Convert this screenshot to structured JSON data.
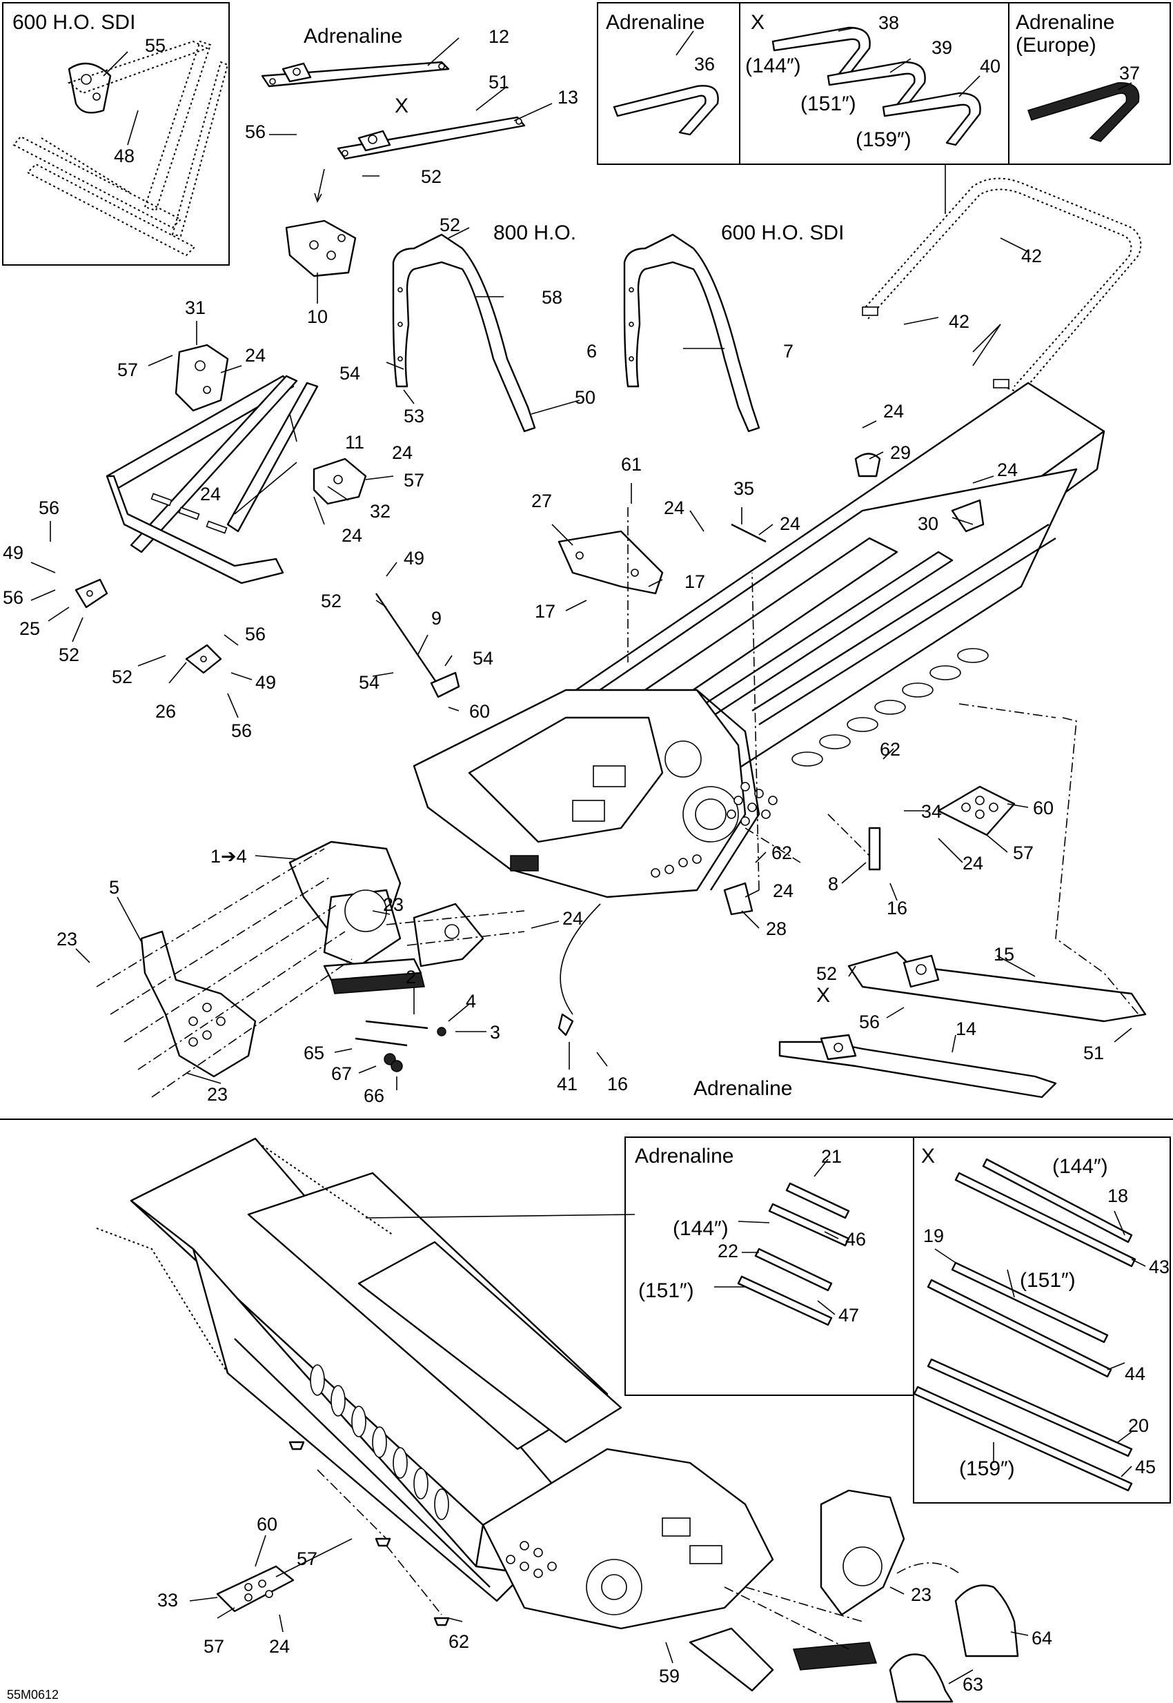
{
  "diagram_code": "55M0612",
  "variants": {
    "top_left_box": "600 H.O. SDI",
    "adrenaline_rail_top": "Adrenaline",
    "x_rail_top": "X",
    "h800": "800 H.O.",
    "h600": "600 H.O. SDI",
    "adrenaline_rail_bottom": "Adrenaline",
    "x_rail_side": "X"
  },
  "bumper_box": {
    "col1": "Adrenaline",
    "col2": "X",
    "col3_line1": "Adrenaline",
    "col3_line2": "(Europe)",
    "len144": "(144″)",
    "len151": "(151″)",
    "len159": "(159″)"
  },
  "slider_box_left": {
    "title": "Adrenaline",
    "len144": "(144″)",
    "len151": "(151″)"
  },
  "slider_box_right": {
    "title": "X",
    "len144": "(144″)",
    "len151": "(151″)",
    "len159": "(159″)"
  },
  "callouts": [
    {
      "id": "c55",
      "text": "55"
    },
    {
      "id": "c48",
      "text": "48"
    },
    {
      "id": "c12",
      "text": "12"
    },
    {
      "id": "c51a",
      "text": "51"
    },
    {
      "id": "c13",
      "text": "13"
    },
    {
      "id": "c56a",
      "text": "56"
    },
    {
      "id": "c52a",
      "text": "52"
    },
    {
      "id": "c10",
      "text": "10"
    },
    {
      "id": "c52b",
      "text": "52"
    },
    {
      "id": "c58",
      "text": "58"
    },
    {
      "id": "c6",
      "text": "6"
    },
    {
      "id": "c7",
      "text": "7"
    },
    {
      "id": "c54a",
      "text": "54"
    },
    {
      "id": "c53",
      "text": "53"
    },
    {
      "id": "c50",
      "text": "50"
    },
    {
      "id": "c36",
      "text": "36"
    },
    {
      "id": "c38",
      "text": "38"
    },
    {
      "id": "c39",
      "text": "39"
    },
    {
      "id": "c40",
      "text": "40"
    },
    {
      "id": "c37",
      "text": "37"
    },
    {
      "id": "c42a",
      "text": "42"
    },
    {
      "id": "c42b",
      "text": "42"
    },
    {
      "id": "c31",
      "text": "31"
    },
    {
      "id": "c57a",
      "text": "57"
    },
    {
      "id": "c24a",
      "text": "24"
    },
    {
      "id": "c11",
      "text": "11"
    },
    {
      "id": "c24b",
      "text": "24"
    },
    {
      "id": "c57b",
      "text": "57"
    },
    {
      "id": "c24c",
      "text": "24"
    },
    {
      "id": "c32",
      "text": "32"
    },
    {
      "id": "c24d",
      "text": "24"
    },
    {
      "id": "c56b",
      "text": "56"
    },
    {
      "id": "c49a",
      "text": "49"
    },
    {
      "id": "c56c",
      "text": "56"
    },
    {
      "id": "c25",
      "text": "25"
    },
    {
      "id": "c52c",
      "text": "52"
    },
    {
      "id": "c56d",
      "text": "56"
    },
    {
      "id": "c52d",
      "text": "52"
    },
    {
      "id": "c49b",
      "text": "49"
    },
    {
      "id": "c26",
      "text": "26"
    },
    {
      "id": "c56e",
      "text": "56"
    },
    {
      "id": "c49c",
      "text": "49"
    },
    {
      "id": "c52e",
      "text": "52"
    },
    {
      "id": "c9",
      "text": "9"
    },
    {
      "id": "c54b",
      "text": "54"
    },
    {
      "id": "c54c",
      "text": "54"
    },
    {
      "id": "c60a",
      "text": "60"
    },
    {
      "id": "c61",
      "text": "61"
    },
    {
      "id": "c27",
      "text": "27"
    },
    {
      "id": "c35",
      "text": "35"
    },
    {
      "id": "c24e",
      "text": "24"
    },
    {
      "id": "c24f",
      "text": "24"
    },
    {
      "id": "c17a",
      "text": "17"
    },
    {
      "id": "c17b",
      "text": "17"
    },
    {
      "id": "c24g",
      "text": "24"
    },
    {
      "id": "c29",
      "text": "29"
    },
    {
      "id": "c24h",
      "text": "24"
    },
    {
      "id": "c30",
      "text": "30"
    },
    {
      "id": "c62a",
      "text": "62"
    },
    {
      "id": "c60b",
      "text": "60"
    },
    {
      "id": "c34",
      "text": "34"
    },
    {
      "id": "c24i",
      "text": "24"
    },
    {
      "id": "c57c",
      "text": "57"
    },
    {
      "id": "c8",
      "text": "8"
    },
    {
      "id": "c16a",
      "text": "16"
    },
    {
      "id": "c62b",
      "text": "62"
    },
    {
      "id": "c24j",
      "text": "24"
    },
    {
      "id": "c28",
      "text": "28"
    },
    {
      "id": "c1to4",
      "text": "1➔4"
    },
    {
      "id": "c5",
      "text": "5"
    },
    {
      "id": "c23a",
      "text": "23"
    },
    {
      "id": "c23b",
      "text": "23"
    },
    {
      "id": "c24k",
      "text": "24"
    },
    {
      "id": "c23c",
      "text": "23"
    },
    {
      "id": "c2",
      "text": "2"
    },
    {
      "id": "c4",
      "text": "4"
    },
    {
      "id": "c3",
      "text": "3"
    },
    {
      "id": "c65",
      "text": "65"
    },
    {
      "id": "c67",
      "text": "67"
    },
    {
      "id": "c66",
      "text": "66"
    },
    {
      "id": "c41",
      "text": "41"
    },
    {
      "id": "c16b",
      "text": "16"
    },
    {
      "id": "c52f",
      "text": "52"
    },
    {
      "id": "c15",
      "text": "15"
    },
    {
      "id": "c56f",
      "text": "56"
    },
    {
      "id": "c51b",
      "text": "51"
    },
    {
      "id": "c14",
      "text": "14"
    },
    {
      "id": "c21",
      "text": "21"
    },
    {
      "id": "c46",
      "text": "46"
    },
    {
      "id": "c22",
      "text": "22"
    },
    {
      "id": "c47",
      "text": "47"
    },
    {
      "id": "c18",
      "text": "18"
    },
    {
      "id": "c43",
      "text": "43"
    },
    {
      "id": "c19",
      "text": "19"
    },
    {
      "id": "c44",
      "text": "44"
    },
    {
      "id": "c20",
      "text": "20"
    },
    {
      "id": "c45",
      "text": "45"
    },
    {
      "id": "c60c",
      "text": "60"
    },
    {
      "id": "c57d",
      "text": "57"
    },
    {
      "id": "c33",
      "text": "33"
    },
    {
      "id": "c57e",
      "text": "57"
    },
    {
      "id": "c24l",
      "text": "24"
    },
    {
      "id": "c62c",
      "text": "62"
    },
    {
      "id": "c59",
      "text": "59"
    },
    {
      "id": "c23d",
      "text": "23"
    },
    {
      "id": "c64",
      "text": "64"
    },
    {
      "id": "c63",
      "text": "63"
    }
  ]
}
